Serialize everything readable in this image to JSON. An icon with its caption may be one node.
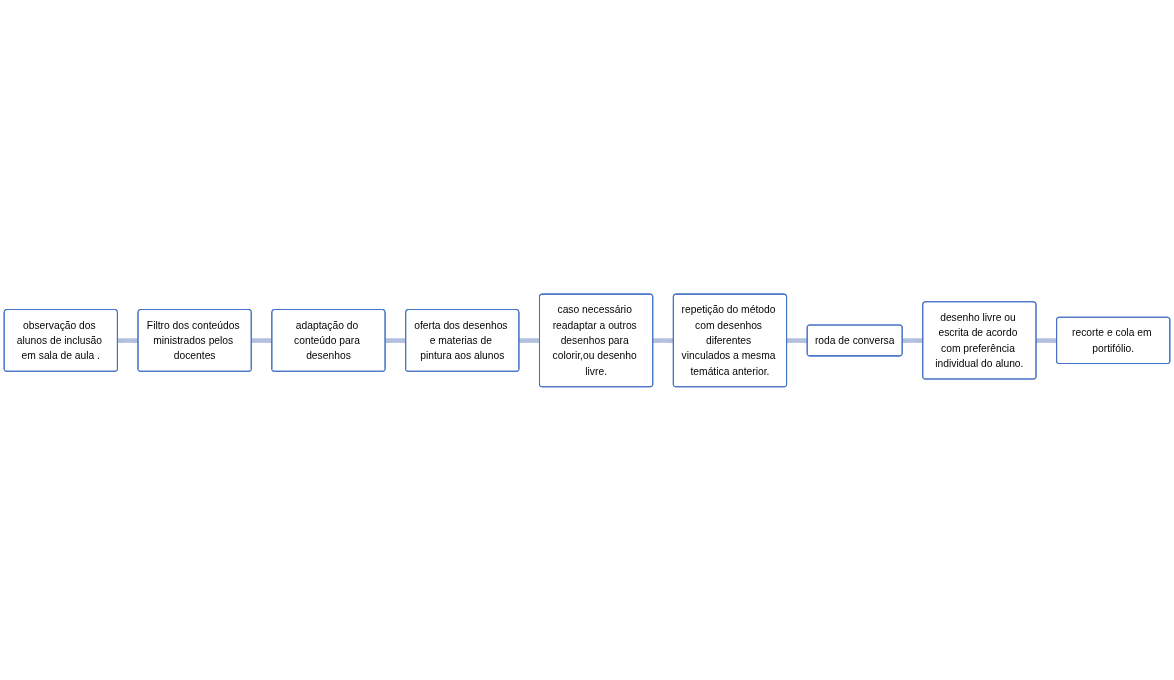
{
  "diagram": {
    "nodes": [
      {
        "text": [
          "observação dos alunos de inclusão em sala de aula ."
        ]
      },
      {
        "text": [
          "Filtro dos conteúdos ministrados pelos docentes"
        ]
      },
      {
        "text": [
          "adaptação do conteúdo para desenhos"
        ]
      },
      {
        "text": [
          "oferta dos desenhos e materias de pintura aos alunos"
        ]
      },
      {
        "text": [
          "caso necessário readaptar a outros desenhos para colorir,ou desenho livre."
        ]
      },
      {
        "text": [
          "repetição do método com desenhos diferentes vinculados a mesma temática anterior."
        ]
      },
      {
        "text": [
          "roda de conversa"
        ]
      },
      {
        "text": [
          "desenho livre ou escrita de acordo com preferência individual do aluno."
        ]
      },
      {
        "text": [
          "recorte e cola em portifólio."
        ]
      }
    ],
    "edges": [
      {
        "from": 0,
        "to": 1,
        "arrow": "none"
      },
      {
        "from": 1,
        "to": 2,
        "arrow": "none"
      },
      {
        "from": 2,
        "to": 3,
        "arrow": "none"
      },
      {
        "from": 3,
        "to": 4,
        "arrow": "none"
      },
      {
        "from": 4,
        "to": 5,
        "arrow": "none"
      },
      {
        "from": 5,
        "to": 6,
        "arrow": "none"
      },
      {
        "from": 6,
        "to": 7,
        "arrow": "none"
      },
      {
        "from": 7,
        "to": 8,
        "arrow": "none"
      }
    ]
  }
}
